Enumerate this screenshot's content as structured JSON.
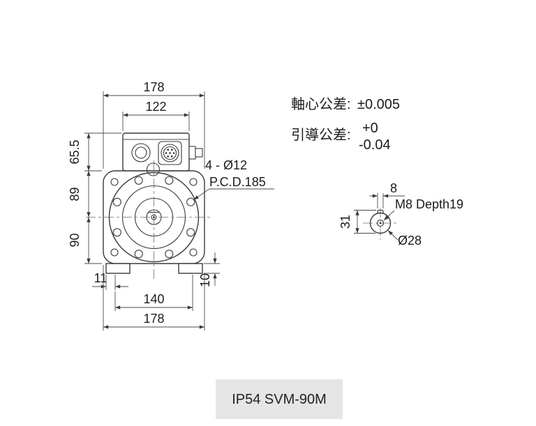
{
  "product_label": "IP54 SVM-90M",
  "front_view": {
    "dim_top_width": "178",
    "dim_box_width": "122",
    "dim_left_top": "65.5",
    "dim_left_mid": "89",
    "dim_left_bottom": "90",
    "dim_foot_offset": "11",
    "dim_foot_height": "10",
    "dim_bottom_inner": "140",
    "dim_bottom_width": "178",
    "note_holes": "4 - Ø12",
    "note_pcd": "P.C.D.185"
  },
  "tolerances": {
    "axis_label": "軸心公差:",
    "axis_value": "±0.005",
    "guide_label": "引導公差:",
    "guide_upper": "+0",
    "guide_lower": "-0.04"
  },
  "shaft_detail": {
    "dim_key_width": "8",
    "dim_key_offset": "31",
    "note_thread": "M8 Depth19",
    "dim_diameter": "Ø28"
  }
}
